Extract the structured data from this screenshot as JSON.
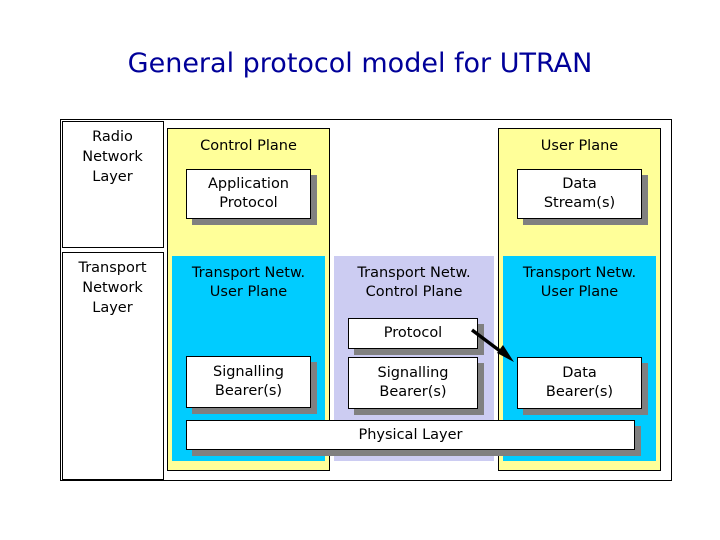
{
  "slide": {
    "title": "General protocol model for UTRAN",
    "title_color": "#000099"
  },
  "colors": {
    "plane_background": "#ffff99",
    "transport_control_plane_background": "#ccccf2",
    "transport_user_plane_background": "#00ccff",
    "box_face": "#ffffff",
    "box_shadow": "#808080",
    "outline": "#000000"
  },
  "layer_labels": [
    {
      "id": "radio-network-layer",
      "text": "Radio\nNetwork\nLayer",
      "line1": "Radio",
      "line2": "Network",
      "line3": "Layer"
    },
    {
      "id": "transport-network-layer",
      "text": "Transport\nNetwork\nLayer",
      "line1": "Transport",
      "line2": "Network",
      "line3": "Layer"
    }
  ],
  "planes": {
    "control_plane": {
      "title": "Control Plane"
    },
    "user_plane": {
      "title": "User Plane"
    }
  },
  "transport_columns": {
    "left_user_plane": {
      "line1": "Transport Netw.",
      "line2": "User Plane"
    },
    "control_plane": {
      "line1": "Transport Netw.",
      "line2": "Control Plane"
    },
    "right_user_plane": {
      "line1": "Transport Netw.",
      "line2": "User Plane"
    }
  },
  "boxes": {
    "application_protocol": {
      "line1": "Application",
      "line2": "Protocol"
    },
    "data_stream": {
      "line1": "Data",
      "line2": "Stream(s)"
    },
    "signalling_bearer_left": {
      "line1": "Signalling",
      "line2": "Bearer(s)"
    },
    "protocol": {
      "line1": "Protocol"
    },
    "signalling_bearer_mid": {
      "line1": "Signalling",
      "line2": "Bearer(s)"
    },
    "data_bearer": {
      "line1": "Data",
      "line2": "Bearer(s)"
    },
    "physical_layer": {
      "line1": "Physical Layer"
    }
  },
  "arrow": {
    "name": "protocol-to-data-bearer-arrow",
    "from": "Protocol",
    "to": "Data Bearer(s)",
    "color": "#000000"
  }
}
